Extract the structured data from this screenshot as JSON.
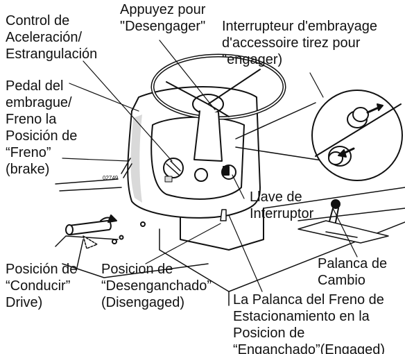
{
  "labels": {
    "throttle": [
      "Control de",
      "Aceleración/",
      "Estrangulación"
    ],
    "push_disengage": [
      "Appuyez pour",
      "\"Desengager\""
    ],
    "pto_switch": [
      "Interrupteur d'embrayage",
      "d'accessoire tirez pour",
      "\"engager)"
    ],
    "clutch_pedal": [
      "Pedal del",
      "embrague/",
      "Freno la",
      "Posición de",
      "“Freno”",
      "(brake)"
    ],
    "ignition_key": [
      "Llave de",
      "Interruptor"
    ],
    "shift_lever": [
      "Palanca de",
      "Cambio"
    ],
    "drive_position": [
      "Posición de",
      "“Conducir”",
      "Drive)"
    ],
    "disengaged_position": [
      "Posicion de",
      "“Desenganchado”",
      "(Disengaged)"
    ],
    "parking_brake": [
      "La Palanca del Freno de",
      "Estacionamiento en la",
      "Posicion de",
      "“Enganchado”(Engaged)"
    ]
  },
  "part_number": "02749",
  "colors": {
    "ink": "#111111",
    "fill": "#ffffff",
    "shade": "#d9d9d9"
  }
}
